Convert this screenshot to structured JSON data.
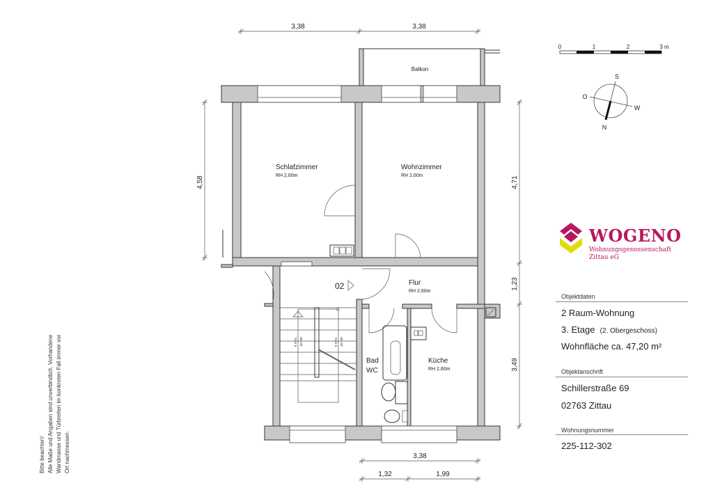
{
  "plan": {
    "dimensions": {
      "top_left": "3,38",
      "top_right": "3,38",
      "left": "4,58",
      "right_top": "4,71",
      "right_mid": "1,23",
      "right_bottom": "3,49",
      "bottom_total": "3,38",
      "bottom_a": "1,32",
      "bottom_b": "1,99"
    },
    "rooms": {
      "balkon": "Balkon",
      "schlafzimmer": {
        "name": "Schlafzimmer",
        "height": "RH 2,60m"
      },
      "wohnzimmer": {
        "name": "Wohnzimmer",
        "height": "RH 2,60m"
      },
      "flur": {
        "name": "Flur",
        "height": "RH 2,60m"
      },
      "kueche": {
        "name": "Küche",
        "height": "RH 2,60m"
      },
      "bad": {
        "line1": "Bad",
        "line2": "WC"
      },
      "apartment_marker": "02",
      "stair_left": {
        "steps": "8 STG.",
        "ratio": "18 / 30"
      },
      "stair_right": {
        "steps": "8 STG.",
        "ratio": "18 / 30"
      }
    }
  },
  "scale_bar": {
    "ticks": [
      "0",
      "1",
      "2",
      "3 m"
    ]
  },
  "compass": {
    "s": "S",
    "o": "O",
    "w": "W",
    "n": "N"
  },
  "logo": {
    "name": "WOGENO",
    "sub1": "Wohnungsgenossenschaft",
    "sub2": "Zittau eG",
    "color_magenta": "#b8175e",
    "color_yellow": "#e2dc0a"
  },
  "info": {
    "objektdaten_label": "Objektdaten",
    "rooms": "2 Raum-Wohnung",
    "floor": "3. Etage",
    "floor_note": "(2. Obergeschoss)",
    "area": "Wohnfläche ca. 47,20 m²",
    "anschrift_label": "Objektanschrift",
    "street": "Schillerstraße 69",
    "city": "02763 Zittau",
    "nummer_label": "Wohnungsnummer",
    "nummer": "225-112-302"
  },
  "note": {
    "line1": "Bitte beachten!",
    "line2": "Alle Maße und Angaben sind unverbindlich. Vorhandene",
    "line3": "Wandmasse und Türbreiten im konkreten Fall immer vor",
    "line4": "Ort nachmessen."
  }
}
